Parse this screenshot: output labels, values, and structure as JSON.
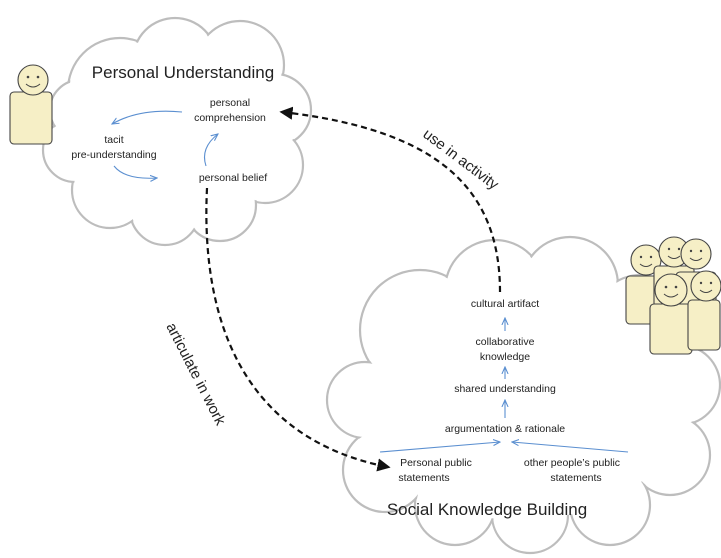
{
  "personal": {
    "title": "Personal Understanding",
    "comprehension_1": "personal",
    "comprehension_2": "comprehension",
    "tacit_1": "tacit",
    "tacit_2": "pre-understanding",
    "belief": "personal belief"
  },
  "social": {
    "title": "Social Knowledge Building",
    "cultural_artifact": "cultural artifact",
    "collab_1": "collaborative",
    "collab_2": "knowledge",
    "shared": "shared understanding",
    "argumentation": "argumentation & rationale",
    "personal_public_1": "Personal public",
    "personal_public_2": "statements",
    "other_public_1": "other people’s public",
    "other_public_2": "statements"
  },
  "connectors": {
    "use_in_activity": "use in activity",
    "articulate_in_work": "articulate in work"
  },
  "colors": {
    "cloud_stroke": "#bdbdbd",
    "flow_arrow": "#5b8fd0",
    "dashed_arrow": "#111111",
    "person_fill": "#f6efc6"
  },
  "icons": {
    "single_person": "person-icon",
    "group": "group-icon"
  }
}
